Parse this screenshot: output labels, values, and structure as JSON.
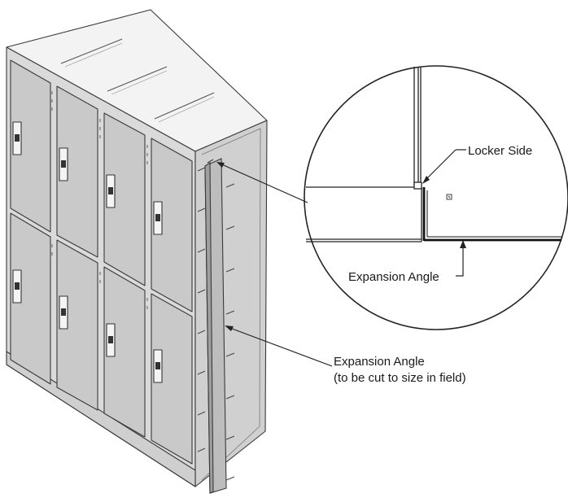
{
  "labels": {
    "locker_side": "Locker Side",
    "expansion_angle_detail": "Expansion Angle",
    "expansion_angle_main_line1": "Expansion Angle",
    "expansion_angle_main_line2": "(to be cut to size in field)"
  },
  "colors": {
    "line": "#3a3a3a",
    "body_front": "#d9d9d9",
    "door": "#c9c9c9",
    "top": "#f2f2f2",
    "side": "#cfcfcf",
    "angle_strip": "#bdbdbd"
  }
}
